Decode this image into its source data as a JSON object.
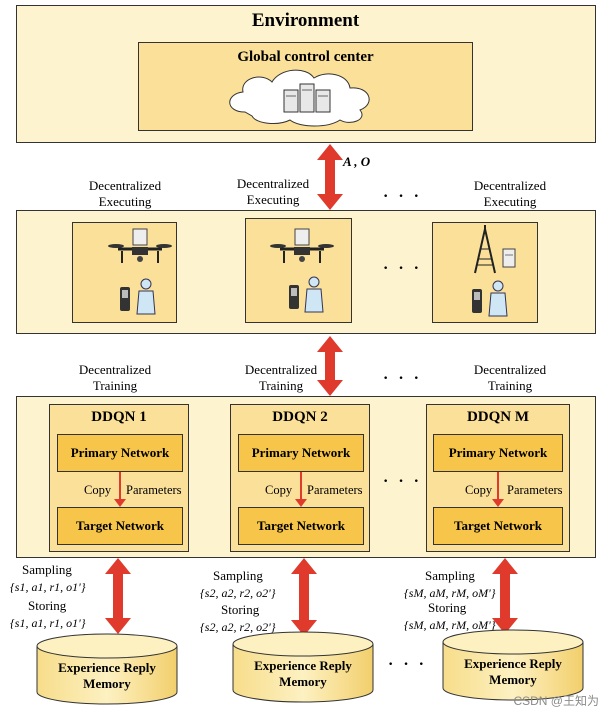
{
  "environment": {
    "title": "Environment",
    "control_center": "Global control center"
  },
  "action_label": "A , O",
  "exec_labels": [
    {
      "line1": "Decentralized",
      "line2": "Executing"
    },
    {
      "line1": "Decentralized",
      "line2": "Executing"
    },
    {
      "line1": "Decentralized",
      "line2": "Executing"
    }
  ],
  "train_labels": [
    {
      "line1": "Decentralized",
      "line2": "Training"
    },
    {
      "line1": "Decentralized",
      "line2": "Training"
    },
    {
      "line1": "Decentralized",
      "line2": "Training"
    }
  ],
  "ellipsis": "· · ·",
  "ddqn": [
    {
      "title": "DDQN 1",
      "primary": "Primary Network",
      "copy": "Copy",
      "parameters": "Parameters",
      "target": "Target Network"
    },
    {
      "title": "DDQN 2",
      "primary": "Primary Network",
      "copy": "Copy",
      "parameters": "Parameters",
      "target": "Target Network"
    },
    {
      "title": "DDQN M",
      "primary": "Primary Network",
      "copy": "Copy",
      "parameters": "Parameters",
      "target": "Target Network"
    }
  ],
  "memory": [
    {
      "sampling": "Sampling",
      "sample_tuple": "{s1, a1, r1, o1'}",
      "storing": "Storing",
      "store_tuple": "{s1, a1, r1, o1'}",
      "line1": "Experience Reply",
      "line2": "Memory"
    },
    {
      "sampling": "Sampling",
      "sample_tuple": "{s2, a2, r2, o2'}",
      "storing": "Storing",
      "store_tuple": "{s2, a2, r2, o2'}",
      "line1": "Experience Reply",
      "line2": "Memory"
    },
    {
      "sampling": "Sampling",
      "sample_tuple": "{sM, aM, rM, oM'}",
      "storing": "Storing",
      "store_tuple": "{sM, aM, rM, oM'}",
      "line1": "Experience Reply",
      "line2": "Memory"
    }
  ],
  "watermark": "CSDN @王知为",
  "colors": {
    "panel_light": "#fdf3cf",
    "panel_mid": "#fbe09a",
    "network_box": "#f6c54a",
    "arrow_red": "#e03a2c"
  },
  "icons": {
    "control_center": "cloud-servers-icon",
    "uav": "uav-drone-icon",
    "tower": "base-station-tower-icon",
    "phone": "mobile-phone-icon",
    "user": "user-person-icon"
  }
}
